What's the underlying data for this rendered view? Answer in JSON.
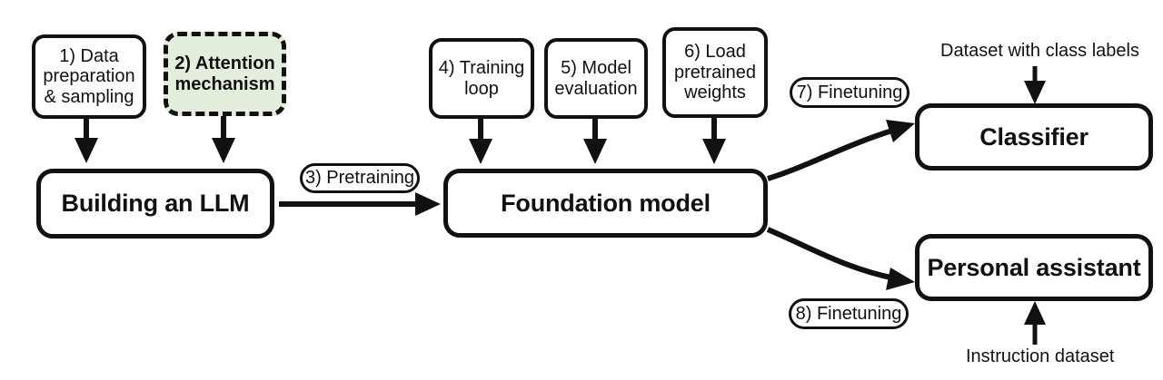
{
  "diagram": {
    "title_visible": false,
    "background_color": "#ffffff",
    "stroke_color": "#111111",
    "highlight_fill": "#e3eedd",
    "nodes": [
      {
        "id": "data-prep",
        "label": "1) Data\npreparation\n& sampling",
        "style": "solid",
        "emphasis": "normal"
      },
      {
        "id": "attention",
        "label": "2) Attention\nmechanism",
        "style": "dashed",
        "emphasis": "bold",
        "fill": "#e3eedd"
      },
      {
        "id": "building-llm",
        "label": "Building an LLM",
        "style": "solid",
        "emphasis": "bold"
      },
      {
        "id": "training-loop",
        "label": "4) Training\nloop",
        "style": "solid",
        "emphasis": "normal"
      },
      {
        "id": "model-evaluation",
        "label": "5) Model\nevaluation",
        "style": "solid",
        "emphasis": "normal"
      },
      {
        "id": "load-weights",
        "label": "6) Load\npretrained\nweights",
        "style": "solid",
        "emphasis": "normal"
      },
      {
        "id": "foundation-model",
        "label": "Foundation model",
        "style": "solid",
        "emphasis": "bold"
      },
      {
        "id": "classifier",
        "label": "Classifier",
        "style": "solid",
        "emphasis": "bold"
      },
      {
        "id": "personal-assistant",
        "label": "Personal assistant",
        "style": "solid",
        "emphasis": "bold"
      }
    ],
    "edge_labels": [
      {
        "id": "pretraining",
        "label": "3) Pretraining"
      },
      {
        "id": "finetuning-7",
        "label": "7) Finetuning"
      },
      {
        "id": "finetuning-8",
        "label": "8) Finetuning"
      }
    ],
    "annotations": [
      {
        "id": "dataset-class-labels",
        "label": "Dataset with class labels"
      },
      {
        "id": "instruction-dataset",
        "label": "Instruction dataset"
      }
    ]
  },
  "boxes": {
    "data_prep": {
      "line1": "1) Data",
      "line2": "preparation",
      "line3": "& sampling"
    },
    "attention": {
      "line1": "2) Attention",
      "line2": "mechanism"
    },
    "building_llm": {
      "text": "Building an LLM"
    },
    "training_loop": {
      "line1": "4) Training",
      "line2": "loop"
    },
    "model_evaluation": {
      "line1": "5) Model",
      "line2": "evaluation"
    },
    "load_weights": {
      "line1": "6) Load",
      "line2": "pretrained",
      "line3": "weights"
    },
    "foundation_model": {
      "text": "Foundation model"
    },
    "classifier": {
      "text": "Classifier"
    },
    "personal_assistant": {
      "text": "Personal assistant"
    }
  },
  "pills": {
    "pretraining": "3) Pretraining",
    "finetuning_7": "7) Finetuning",
    "finetuning_8": "8) Finetuning"
  },
  "labels": {
    "dataset_class_labels": "Dataset with class labels",
    "instruction_dataset": "Instruction dataset"
  }
}
